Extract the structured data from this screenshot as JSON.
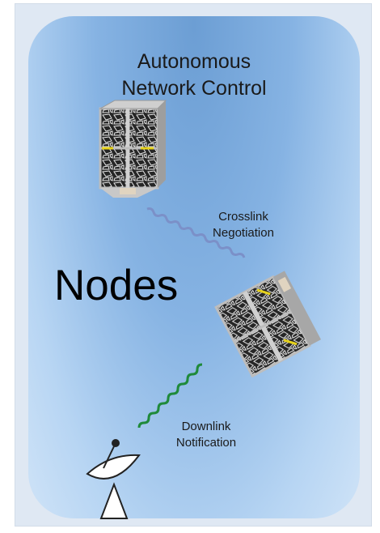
{
  "diagram": {
    "title_lines": [
      "Autonomous",
      "Network Control"
    ],
    "center_label": "Nodes",
    "crosslink_label_lines": [
      "Crosslink",
      "Negotiation"
    ],
    "downlink_label_lines": [
      "Downlink",
      "Notification"
    ],
    "colors": {
      "crosslink_wave": "#7b90c8",
      "downlink_wave": "#1f8a3a",
      "panel_top": "#6c9ed4",
      "panel_bottom": "#cfe3f7"
    },
    "icons": [
      "cubesat-icon",
      "cubesat-icon",
      "satellite-dish-icon"
    ]
  }
}
